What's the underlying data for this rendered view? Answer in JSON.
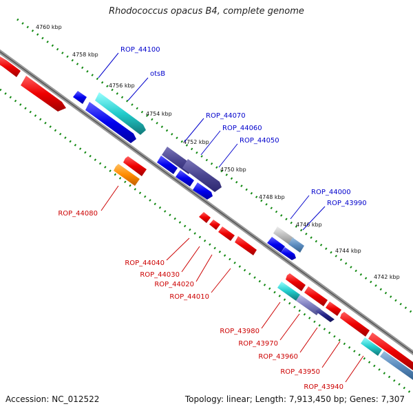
{
  "title": "Rhodococcus opacus B4, complete genome",
  "footer": {
    "accession": "Accession: NC_012522",
    "summary": "Topology: linear; Length: 7,913,450 bp; Genes: 7,307"
  },
  "colors": {
    "forward_gene": "#0000ee",
    "reverse_gene": "#ee0000",
    "forward_label": "#0000cc",
    "reverse_label": "#cc0000",
    "ticks": "#118811",
    "backbone": "#777777"
  },
  "kbp_ticks": [
    "4760 kbp",
    "4758 kbp",
    "4756 kbp",
    "4754 kbp",
    "4752 kbp",
    "4750 kbp",
    "4748 kbp",
    "4746 kbp",
    "4744 kbp",
    "4742 kbp"
  ],
  "forward_labels": [
    "ROP_44100",
    "otsB",
    "ROP_44070",
    "ROP_44060",
    "ROP_44050",
    "ROP_44000",
    "ROP_43990"
  ],
  "reverse_labels": [
    "ROP_44080",
    "ROP_44040",
    "ROP_44030",
    "ROP_44020",
    "ROP_44010",
    "ROP_43980",
    "ROP_43970",
    "ROP_43960",
    "ROP_43950",
    "ROP_43940"
  ]
}
